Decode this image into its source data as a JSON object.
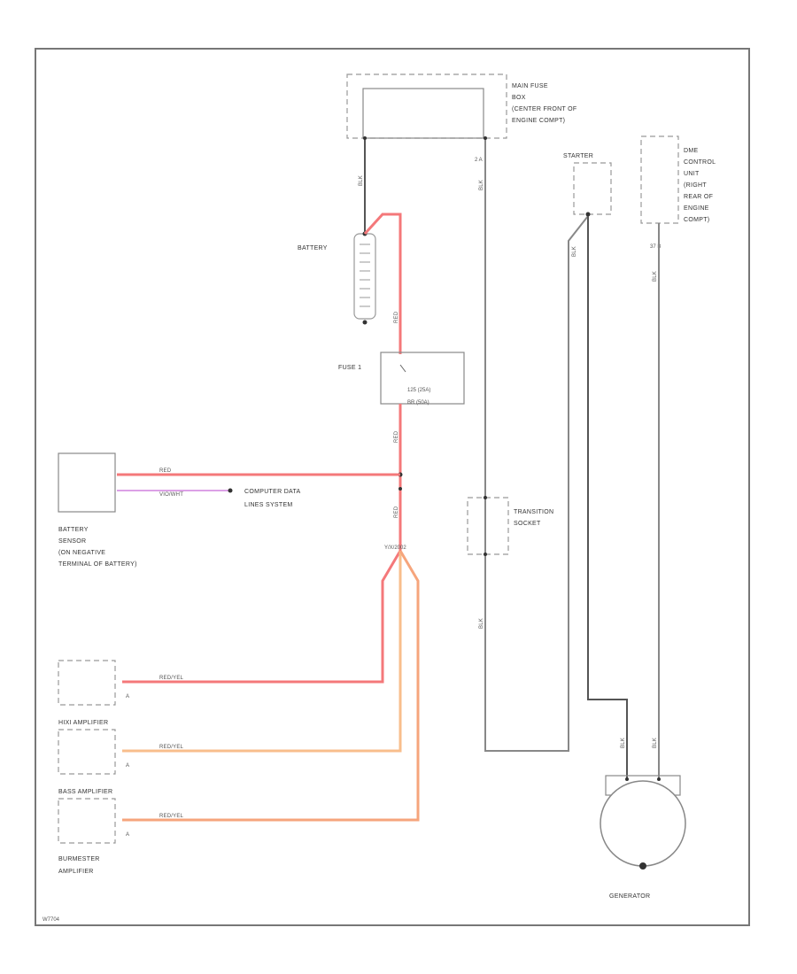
{
  "components": {
    "main_fuse_box": [
      "MAIN FUSE",
      "BOX",
      "(CENTER FRONT OF",
      "ENGINE COMPT)"
    ],
    "main_fuse_box_pins": "2  A",
    "battery": "BATTERY",
    "fuse": "FUSE 1",
    "fuse_ratings": [
      "125 (25A)",
      "BR (50A)"
    ],
    "battery_sensor": [
      "BATTERY",
      "SENSOR",
      "(ON NEGATIVE",
      "TERMINAL OF BATTERY)"
    ],
    "computer_data_lines": [
      "COMPUTER DATA",
      "LINES SYSTEM"
    ],
    "splice": "Y/X/2002",
    "transition_socket": [
      "TRANSITION",
      "SOCKET"
    ],
    "starter": "STARTER",
    "dme_control_unit": [
      "DME",
      "CONTROL",
      "UNIT",
      "(RIGHT",
      "REAR OF",
      "ENGINE",
      "COMPT)"
    ],
    "dme_pins": "37  B",
    "hifi_amplifier": "HIXI AMPLIFIER",
    "bass_amplifier": "BASS AMPLIFIER",
    "burmester_amplifier": [
      "BURMESTER",
      "AMPLIFIER"
    ],
    "amp_pin": "A",
    "generator": "GENERATOR",
    "figure_id": "W7704"
  },
  "wires": {
    "red": "RED",
    "violet_wht": "VIO/WHT",
    "red_yel": "RED/YEL",
    "blk": "BLK",
    "red_short": "RED"
  },
  "colors": {
    "red_wire": "#f4787a",
    "red_yel_wire": "#f6a57c",
    "orange_wire": "#f8be8c",
    "violet_wire": "#dca0e6",
    "black_wire": "#555555"
  }
}
